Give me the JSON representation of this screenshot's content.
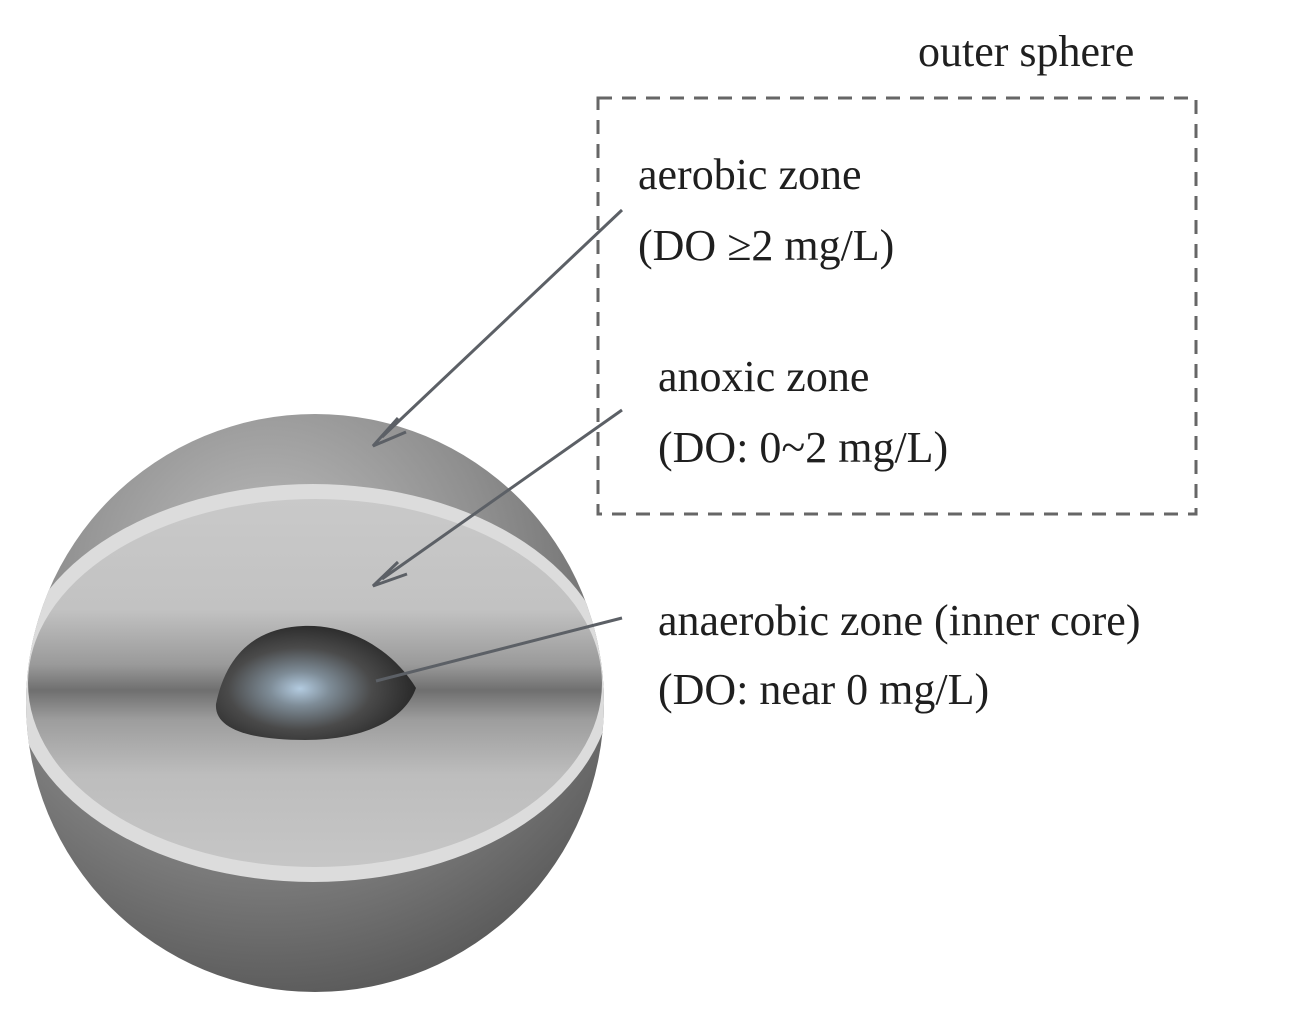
{
  "outer_label": "outer sphere",
  "zones": [
    {
      "name": "aerobic zone",
      "condition": "(DO ≥2 mg/L)"
    },
    {
      "name": "anoxic zone",
      "condition": "(DO: 0~2 mg/L)"
    },
    {
      "name": "anaerobic zone (inner core)",
      "condition": "(DO: near 0 mg/L)"
    }
  ]
}
